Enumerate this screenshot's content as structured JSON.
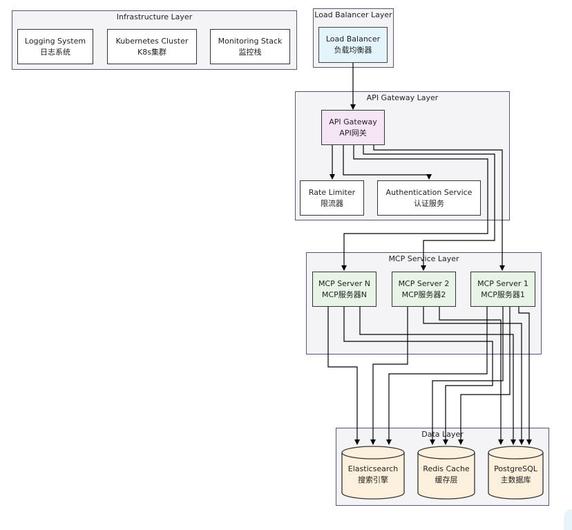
{
  "layers": {
    "infrastructure": "Infrastructure Layer",
    "load_balancer": "Load Balancer Layer",
    "api_gateway": "API Gateway Layer",
    "mcp_service": "MCP Service Layer",
    "data": "Data Layer"
  },
  "nodes": {
    "logging": {
      "line1": "Logging System",
      "line2": "日志系统"
    },
    "kubernetes": {
      "line1": "Kubernetes Cluster",
      "line2": "K8s集群"
    },
    "monitoring": {
      "line1": "Monitoring Stack",
      "line2": "监控栈"
    },
    "load_balancer": {
      "line1": "Load Balancer",
      "line2": "负载均衡器"
    },
    "api_gateway": {
      "line1": "API Gateway",
      "line2": "API网关"
    },
    "rate_limiter": {
      "line1": "Rate Limiter",
      "line2": "限流器"
    },
    "auth_service": {
      "line1": "Authentication Service",
      "line2": "认证服务"
    },
    "mcp_n": {
      "line1": "MCP Server N",
      "line2": "MCP服务器N"
    },
    "mcp_2": {
      "line1": "MCP Server 2",
      "line2": "MCP服务器2"
    },
    "mcp_1": {
      "line1": "MCP Server 1",
      "line2": "MCP服务器1"
    },
    "elasticsearch": {
      "line1": "Elasticsearch",
      "line2": "搜索引擎"
    },
    "redis": {
      "line1": "Redis Cache",
      "line2": "缓存层"
    },
    "postgres": {
      "line1": "PostgreSQL",
      "line2": "主数据库"
    }
  },
  "colors": {
    "load_balancer_fill": "#e4f4fb",
    "api_gateway_fill": "#f6e6f5",
    "mcp_fill": "#e7f4e6",
    "database_fill": "#fdf0dc",
    "layer_fill": "#f4f4f7",
    "edge": "#000000"
  }
}
